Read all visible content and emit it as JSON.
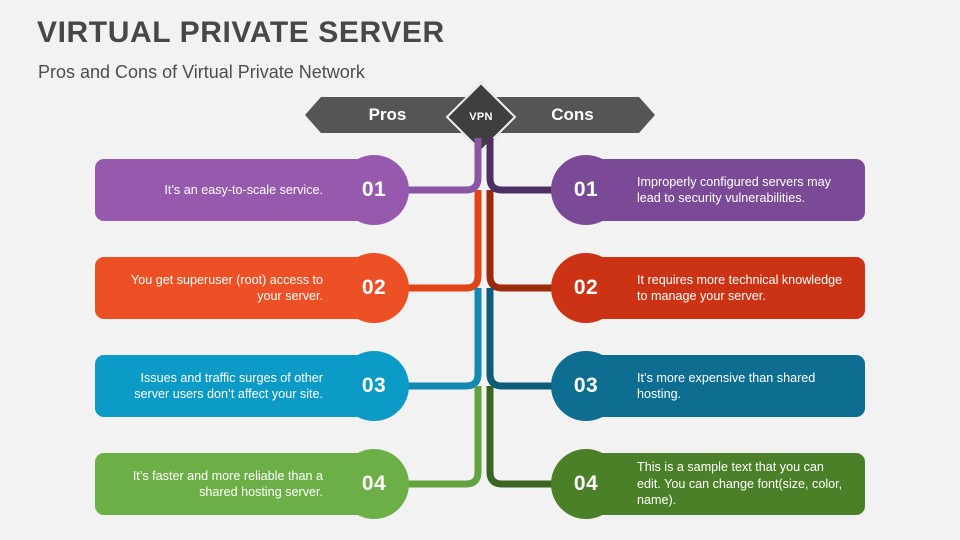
{
  "header": {
    "title": "VIRTUAL PRIVATE SERVER",
    "subtitle": "Pros and Cons of Virtual Private Network",
    "title_color": "#474747",
    "subtitle_color": "#4d4d4d"
  },
  "banner": {
    "left_label": "Pros",
    "right_label": "Cons",
    "center_label": "VPN",
    "bar_color": "#555555",
    "diamond_color": "#3f3f3f"
  },
  "background_color": "#f2f2f2",
  "rows": [
    {
      "number": "01",
      "pros": {
        "number": "01",
        "text": "It’s an easy-to-scale service.",
        "color": "#9659ae",
        "spine_color": "#8a56a3"
      },
      "cons": {
        "number": "01",
        "text": "Improperly configured servers may lead to security vulnerabilities.",
        "color": "#7a4a96",
        "spine_color": "#4e2f63"
      }
    },
    {
      "number": "02",
      "pros": {
        "number": "02",
        "text": "You get superuser (root) access to your server.",
        "color": "#ee5026",
        "spine_color": "#e04417"
      },
      "cons": {
        "number": "02",
        "text": "It requires more technical knowledge to manage your server.",
        "color": "#cc3314",
        "spine_color": "#9c2a0d"
      }
    },
    {
      "number": "03",
      "pros": {
        "number": "03",
        "text": "Issues and traffic surges of other server users don’t affect your site.",
        "color": "#0c9bc6",
        "spine_color": "#1388b0"
      },
      "cons": {
        "number": "03",
        "text": "It’s more expensive than shared hosting.",
        "color": "#0d6e91",
        "spine_color": "#0d5c79"
      }
    },
    {
      "number": "04",
      "pros": {
        "number": "04",
        "text": "It’s faster and more reliable than a shared hosting server.",
        "color": "#6caf46",
        "spine_color": "#62a23f"
      },
      "cons": {
        "number": "04",
        "text": "This is a sample text that you can edit. You can change font(size, color, name).",
        "color": "#4b8028",
        "spine_color": "#3b6522"
      }
    }
  ]
}
